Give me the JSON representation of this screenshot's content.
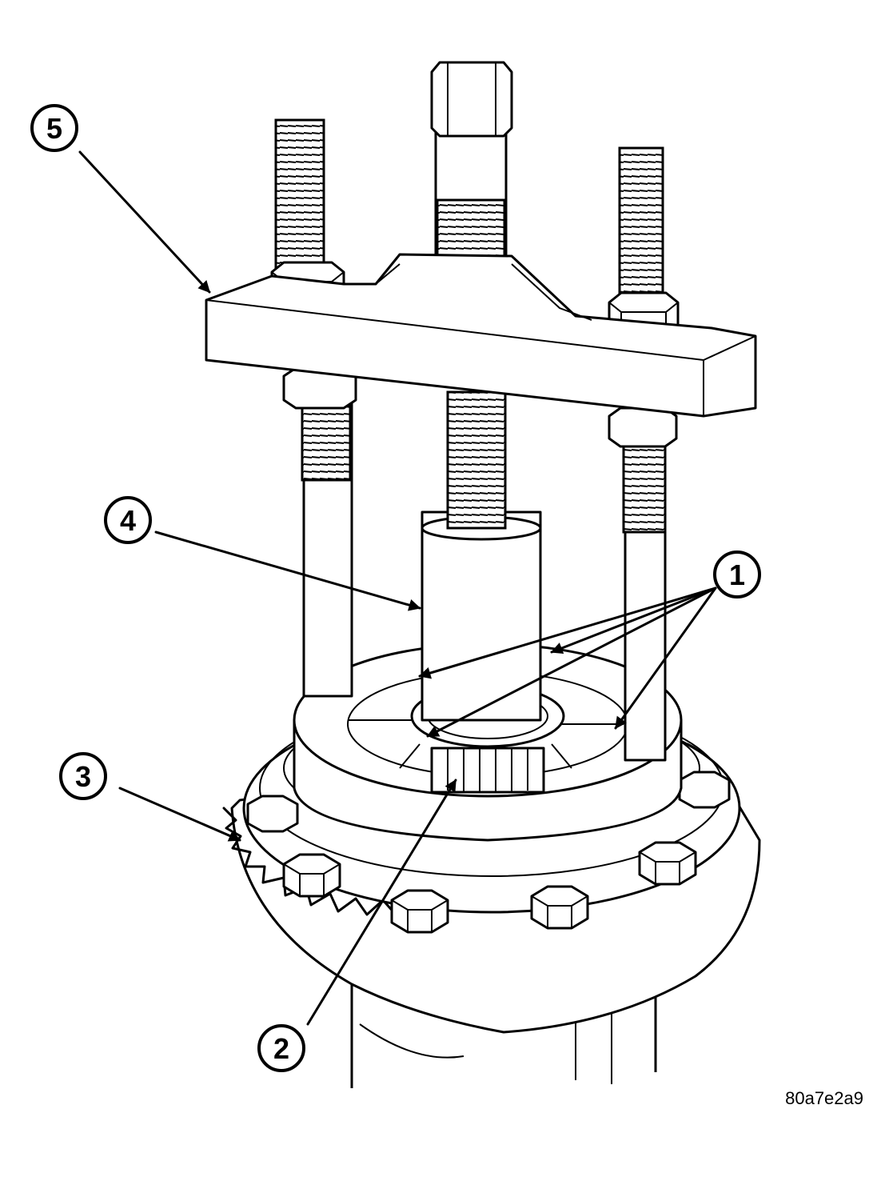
{
  "figure_code": "80a7e2a9",
  "callouts": [
    {
      "label": "1"
    },
    {
      "label": "2"
    },
    {
      "label": "3"
    },
    {
      "label": "4"
    },
    {
      "label": "5"
    }
  ]
}
